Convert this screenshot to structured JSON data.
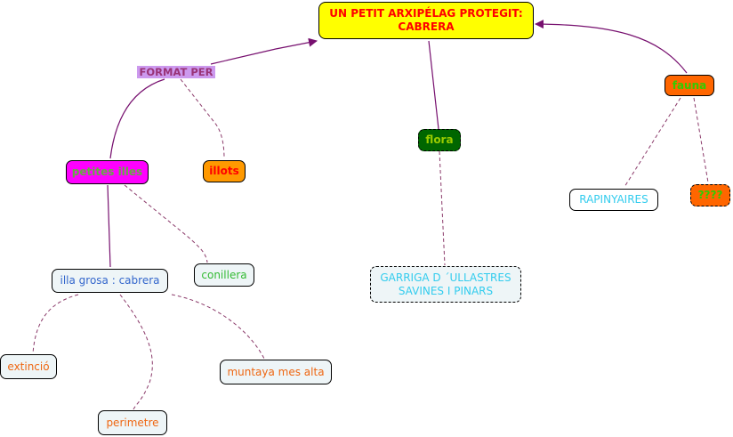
{
  "root": {
    "label_line1": "UN PETIT ARXIPÉLAG PROTEGIT:",
    "label_line2": "CABRERA"
  },
  "linking_phrase": "FORMAT PER",
  "nodes": {
    "petites_illes": "petites illes",
    "illots": "illots",
    "flora": "flora",
    "fauna": "fauna",
    "rapinyaires": "RAPINYAIRES",
    "unknown": "????",
    "garriga_line1": "GARRIGA D ´ULLASTRES",
    "garriga_line2": "SAVINES I PINARS",
    "conillera": "conillera",
    "illa_grosa": "illa grosa : cabrera",
    "extincio": "extinció",
    "perimetre": "perimetre",
    "muntaya": "muntaya mes alta"
  },
  "colors": {
    "link": "#77106f",
    "dashed_link": "#8b3a6a",
    "root_bg": "#ffff00",
    "root_text": "#ff0000"
  }
}
